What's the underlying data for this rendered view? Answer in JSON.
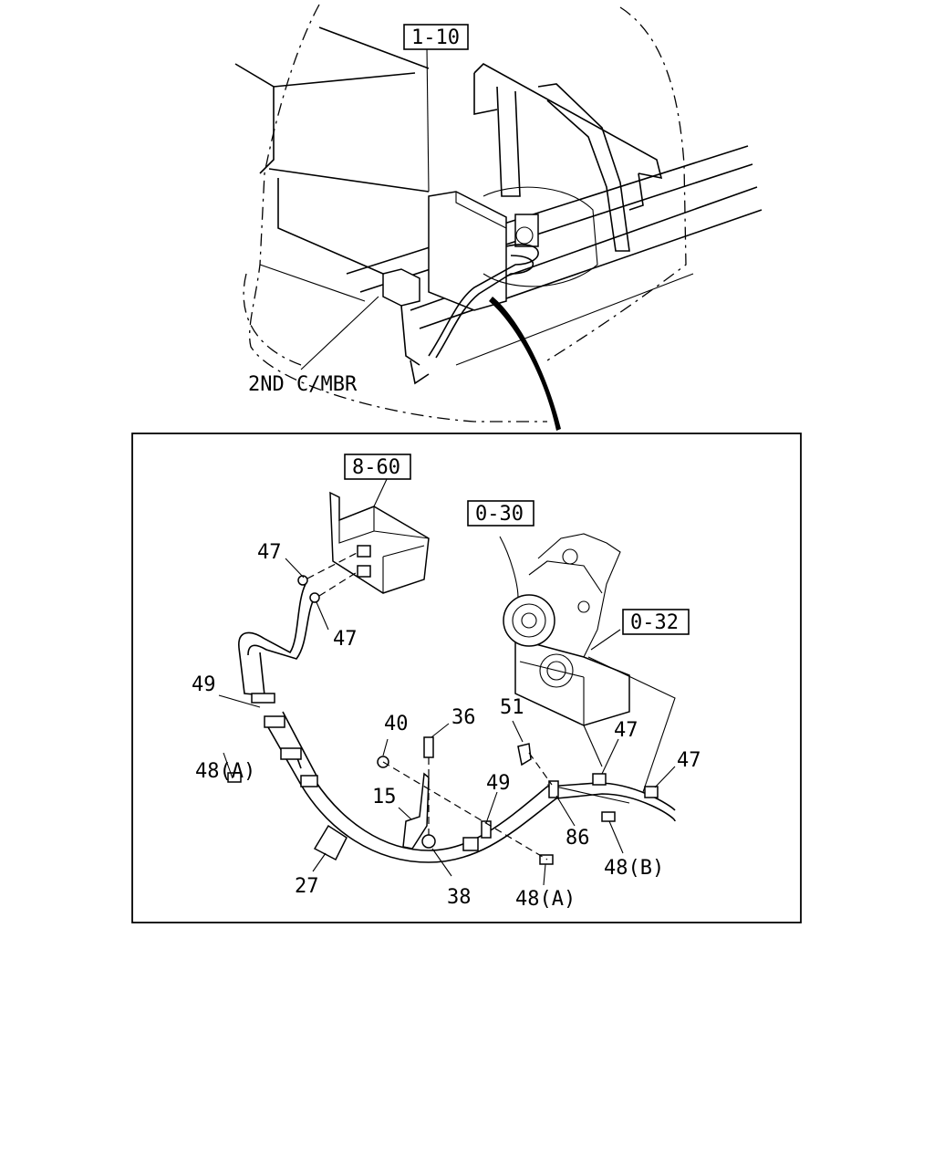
{
  "references": {
    "top_section": "1-10",
    "heater_unit": "8-60",
    "engine_front": "0-30",
    "engine_side": "0-32"
  },
  "labels": {
    "crossmember": "2ND C/MBR"
  },
  "callouts": {
    "p47_a": "47",
    "p47_b": "47",
    "p47_c": "47",
    "p47_d": "47",
    "p49_a": "49",
    "p49_b": "49",
    "p48a_a": "48(A)",
    "p48a_b": "48(A)",
    "p48b": "48(B)",
    "p40": "40",
    "p36": "36",
    "p51": "51",
    "p15": "15",
    "p86": "86",
    "p27": "27",
    "p38": "38"
  }
}
